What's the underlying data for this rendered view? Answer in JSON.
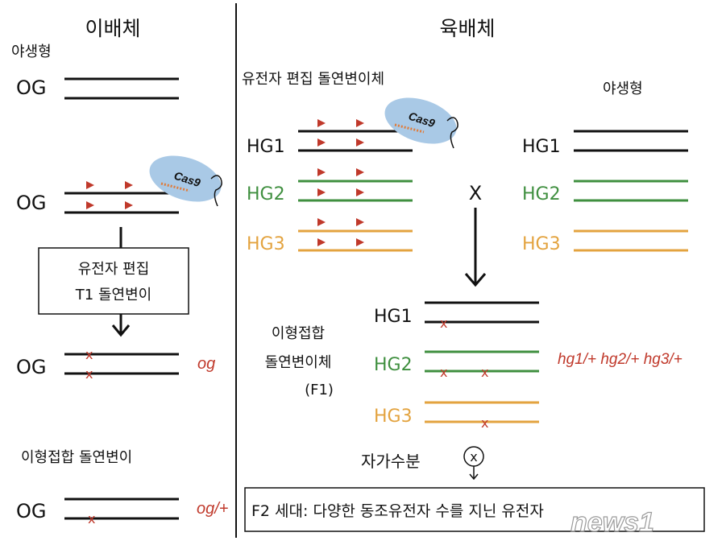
{
  "left": {
    "title": "이배체",
    "wild_type": "야생형",
    "gene_label": "OG",
    "cas9": "Cas9",
    "editing_box_line1": "유전자 편집",
    "editing_box_line2": "T1 돌연변이",
    "mutation_mark": "x",
    "homozygous_genotype": "og",
    "heterozygous_title": "이형접합 돌연변이",
    "heterozygous_genotype": "og/+"
  },
  "right": {
    "title": "육배체",
    "edited_mutant_title": "유전자 편집 돌연변이체",
    "wild_type": "야생형",
    "cas9": "Cas9",
    "genes": [
      "HG1",
      "HG2",
      "HG3"
    ],
    "cross_mark": "X",
    "hetero_label_line1": "이형접합",
    "hetero_label_line2": "돌연변이체",
    "hetero_label_line3": "(F1)",
    "f1_genotype": "hg1/+ hg2/+ hg3/+",
    "self_pollination": "자가수분",
    "self_symbol": "x",
    "f2_text": "F2 세대: 다양한 동조유전자 수를 지닌 유전자",
    "mutation_mark": "x",
    "watermark": "news1"
  },
  "colors": {
    "black": "#111111",
    "green": "#3f8f3f",
    "orange": "#e3a33f",
    "red_marker": "#c0392b",
    "cas9_fill": "#a9c9e6"
  }
}
